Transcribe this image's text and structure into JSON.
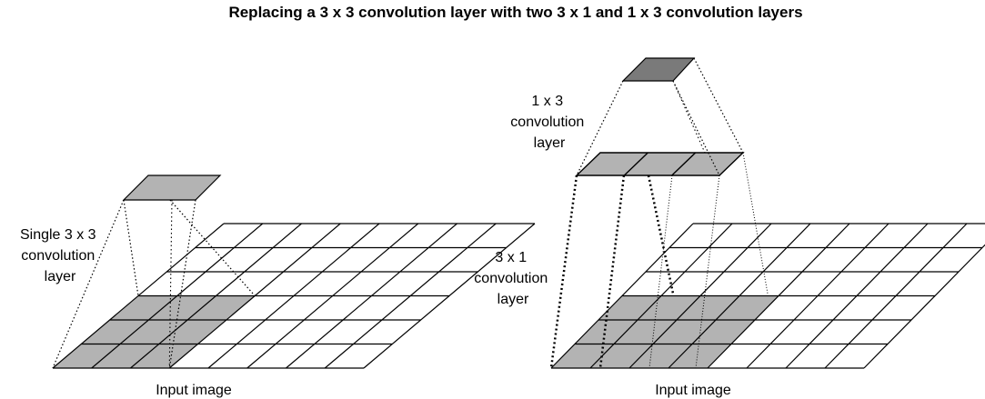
{
  "title": "Replacing a 3 x 3 convolution layer with two 3 x 1 and 1 x 3 convolution layers",
  "left": {
    "label_lines": [
      "Single 3 x 3",
      "convolution",
      "layer"
    ],
    "input_label": "Input image"
  },
  "right": {
    "label_1x3_lines": [
      "1 x 3",
      "convolution",
      "layer"
    ],
    "label_3x1_lines": [
      "3 x 1",
      "convolution",
      "layer"
    ],
    "input_label": "Input image"
  },
  "colors": {
    "shaded_cell": "#b3b3b3",
    "output_cell_dark": "#7a7a7a",
    "output_cell_light": "#b3b3b3",
    "grid_line": "#000000"
  }
}
